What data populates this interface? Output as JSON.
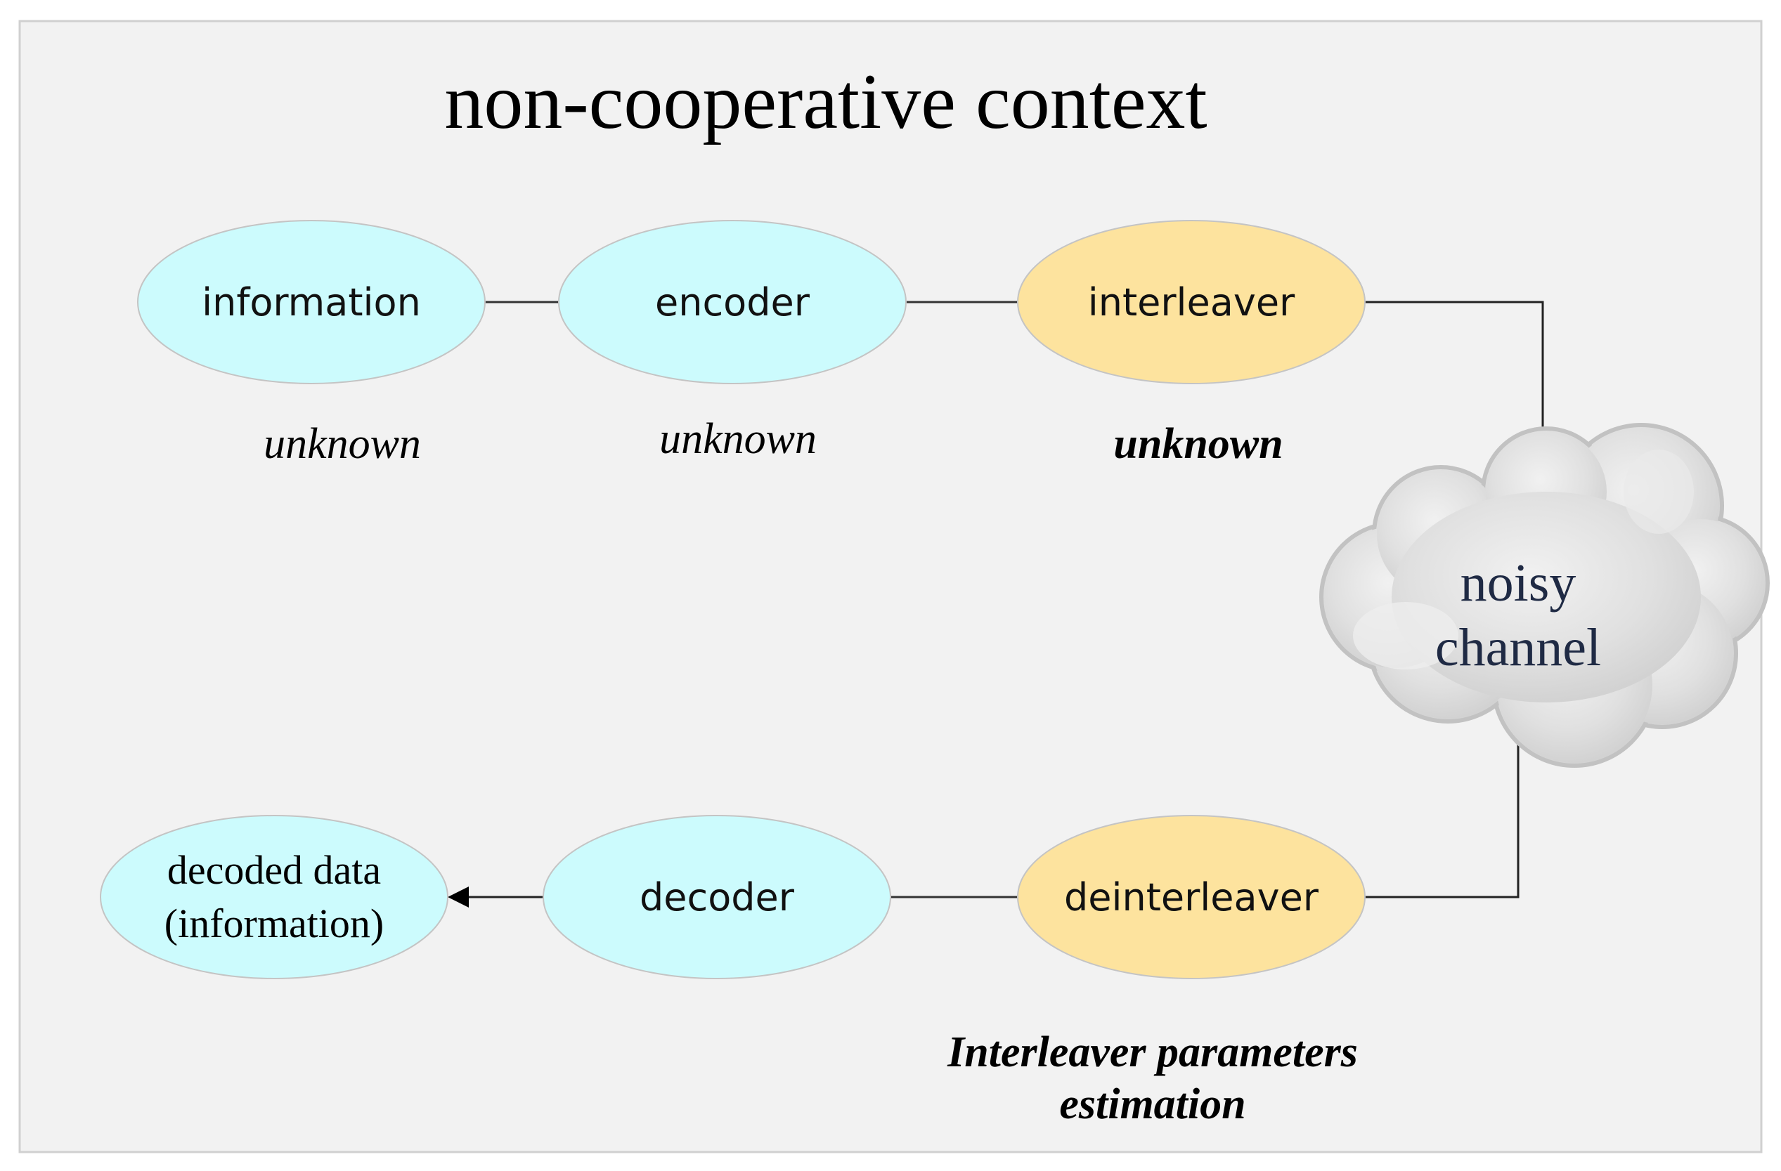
{
  "title": "non-cooperative context",
  "nodes": {
    "information": "information",
    "encoder": "encoder",
    "interleaver": "interleaver",
    "decoded_line1": "decoded data",
    "decoded_line2": "(information)",
    "decoder": "decoder",
    "deinterleaver": "deinterleaver"
  },
  "status": {
    "information": "unknown",
    "encoder": "unknown",
    "interleaver": "unknown"
  },
  "channel": {
    "line1": "noisy",
    "line2": "channel"
  },
  "estimation": {
    "line1": "Interleaver parameters",
    "line2": "estimation"
  },
  "colors": {
    "light_node": "#ccfbfd",
    "highlight_node": "#fde39e",
    "background": "#f2f2f2",
    "cloud": "#e2e2e2"
  }
}
